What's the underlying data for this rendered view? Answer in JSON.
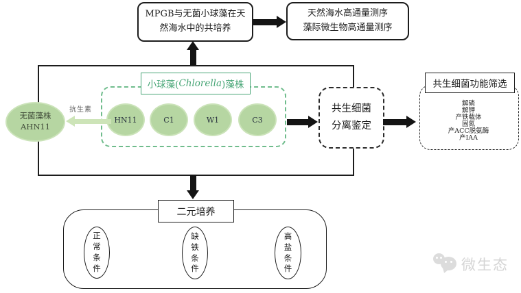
{
  "colors": {
    "algae_green_fill": "#b6d6a2",
    "algae_green_border": "#cbe3b9",
    "chlorella_green": "#45a474",
    "dashed_green": "#6fbc8c",
    "antibiotic_arrow_green": "#cde4b8",
    "arrow_black": "#141414",
    "watermark_gray": "#d5d5d5"
  },
  "top_flow": {
    "cocultivation_box": "MPGB与无菌小球藻在天\n然海水中的共培养",
    "sequencing_box": "天然海水高通量测序\n藻际微生物高通量测序"
  },
  "culture_section": {
    "axenic_strain_label": "无菌藻株\nAHN11",
    "antibiotic_label": "抗生素",
    "chlorella_title_prefix": "小球藻(",
    "chlorella_title_species": "Chlorella",
    "chlorella_title_suffix": ")藻株",
    "strains": [
      {
        "label": "HN11"
      },
      {
        "label": "C1"
      },
      {
        "label": "W1"
      },
      {
        "label": "C3"
      }
    ]
  },
  "isolation_box_label": "共生细菌\n分离鉴定",
  "function_screening": {
    "title": "共生细菌功能筛选",
    "items": [
      "解磷",
      "解钾",
      "产铁载体",
      "固氮",
      "产ACC脱氨酶",
      "产IAA"
    ]
  },
  "binary_culture": {
    "label": "二元培养",
    "conditions": [
      {
        "label": "正\n常\n条\n件"
      },
      {
        "label": "缺\n铁\n条\n件"
      },
      {
        "label": "高\n盐\n条\n件"
      }
    ]
  },
  "watermark": {
    "label": "微生态"
  }
}
